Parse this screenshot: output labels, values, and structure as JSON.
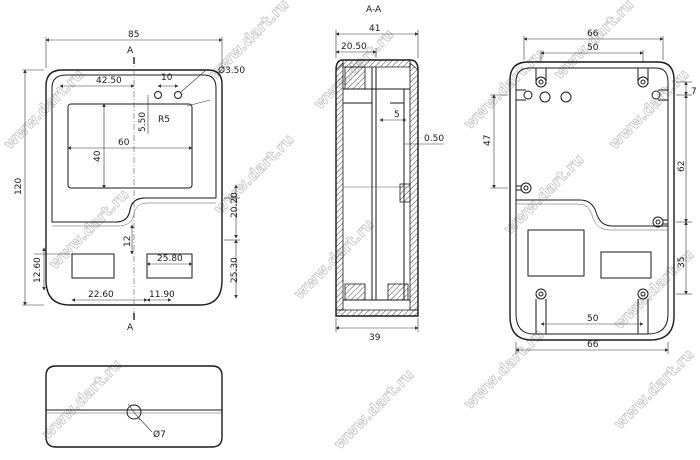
{
  "section_label": "A-A",
  "section_marks": [
    "A",
    "A"
  ],
  "front_view": {
    "dims": [
      "85",
      "120",
      "42.50",
      "10",
      "Ø3.50",
      "5.50",
      "R5",
      "60",
      "40",
      "20.20",
      "12",
      "12.60",
      "25.80",
      "25.30",
      "22.60",
      "11.90"
    ]
  },
  "section_view": {
    "dims": [
      "41",
      "20.50",
      "5",
      "0.50",
      "39"
    ]
  },
  "back_view": {
    "dims": [
      "66",
      "50",
      "47",
      "62",
      "7",
      "35",
      "50",
      "66"
    ]
  },
  "bottom_view": {
    "dims": [
      "Ø7"
    ]
  },
  "watermark": "www.dart.ru"
}
